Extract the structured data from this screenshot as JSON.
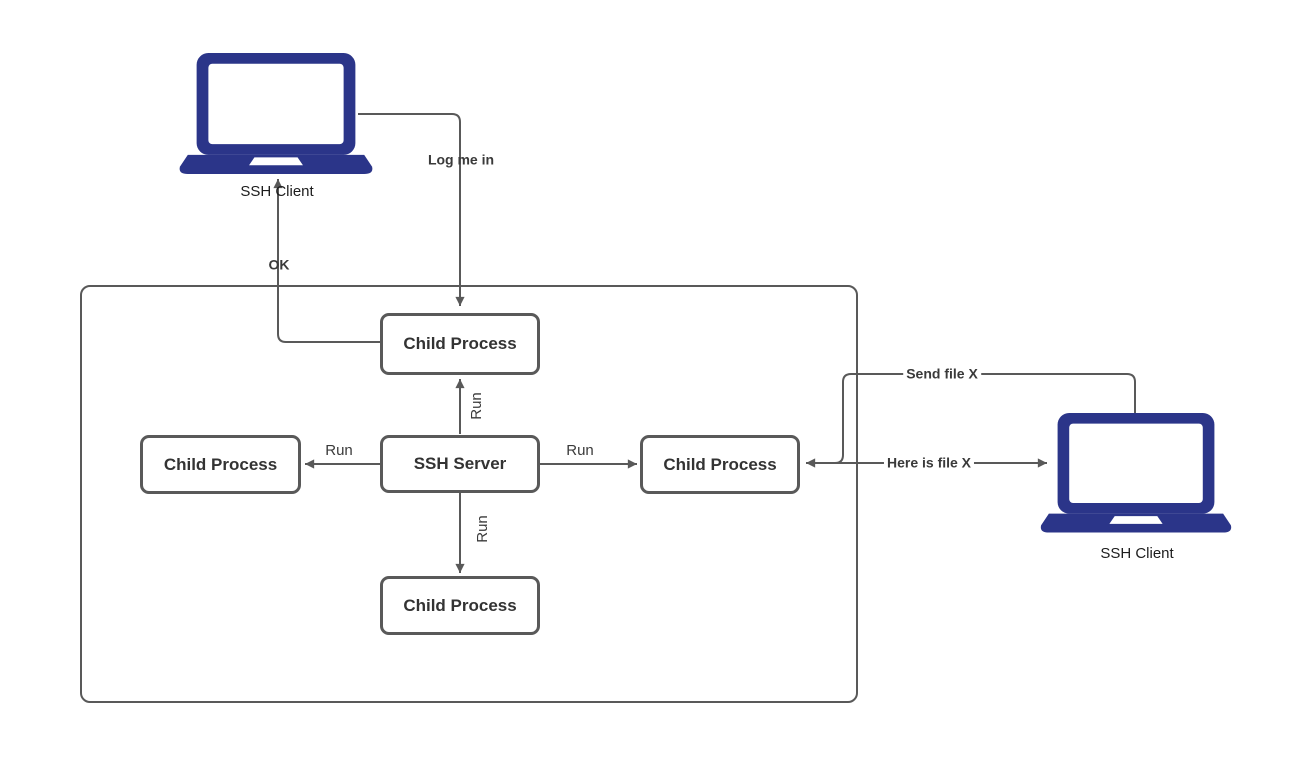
{
  "boxes": {
    "top_child": "Child Process",
    "left_child": "Child Process",
    "server": "SSH Server",
    "right_child": "Child Process",
    "bottom_child": "Child Process"
  },
  "laptops": {
    "left_label": "SSH Client",
    "right_label": "SSH Client"
  },
  "edges": {
    "log_me_in": "Log me in",
    "ok": "OK",
    "run_up": "Run",
    "run_left": "Run",
    "run_right": "Run",
    "run_down": "Run",
    "send_file": "Send file X",
    "here_file": "Here is file X"
  },
  "colors": {
    "laptop": "#2b3589",
    "line": "#595959",
    "box_border": "#595959",
    "text": "#333333"
  }
}
